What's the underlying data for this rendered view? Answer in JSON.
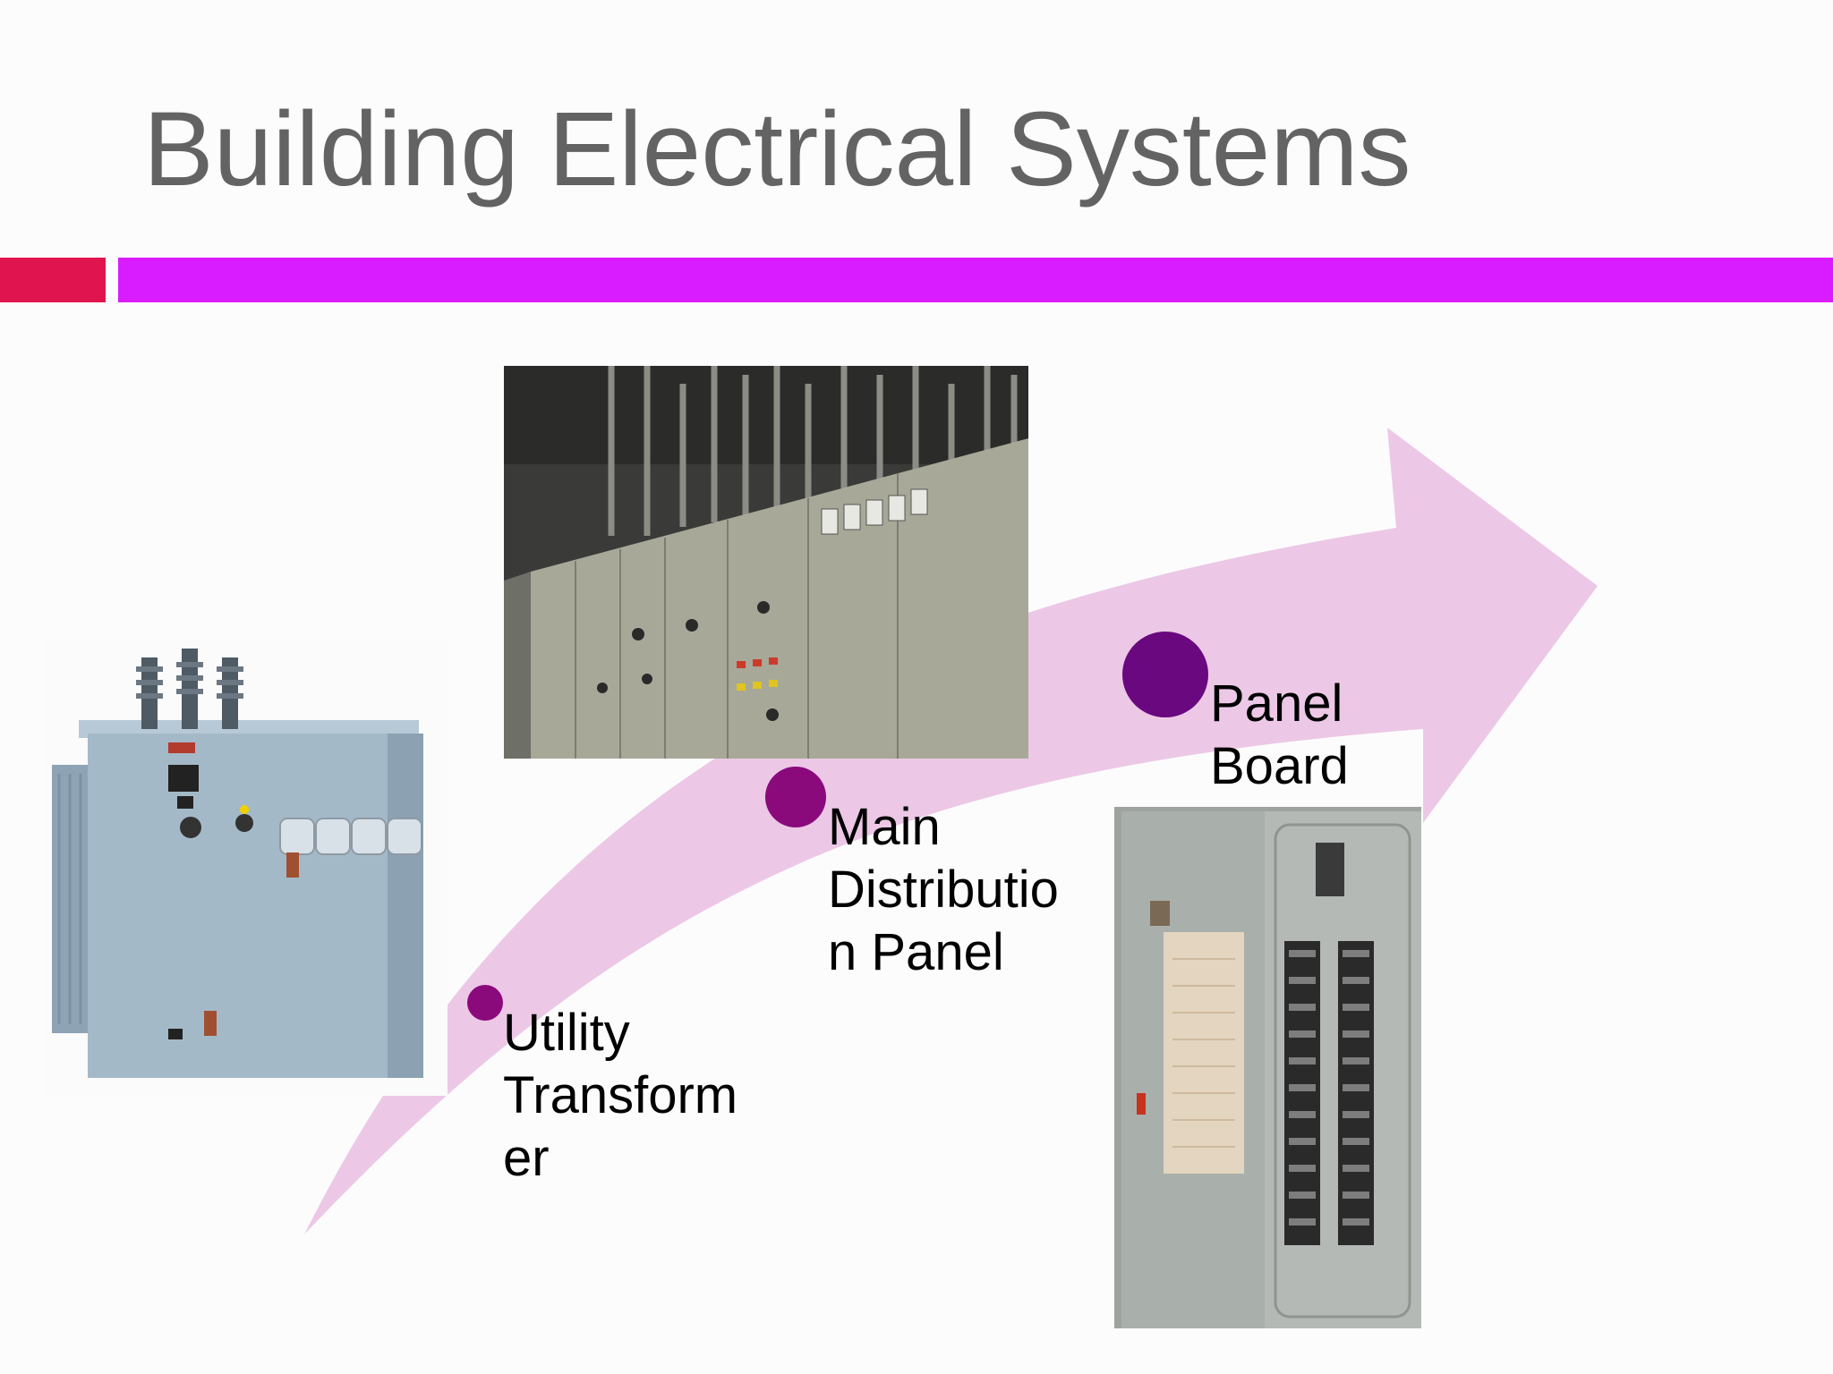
{
  "slide": {
    "title": "Building Electrical Systems",
    "accent_colors": {
      "red": "#e0144e",
      "magenta": "#d91cff",
      "arrow": "#ecc8e6",
      "dot": "#8a0a7c"
    }
  },
  "steps": [
    {
      "label": "Utility\nTransform\ner",
      "image": "utility-transformer-photo"
    },
    {
      "label": "Main\nDistributio\nn Panel",
      "image": "main-distribution-panel-photo"
    },
    {
      "label": "Panel\nBoard",
      "image": "panel-board-photo"
    }
  ]
}
